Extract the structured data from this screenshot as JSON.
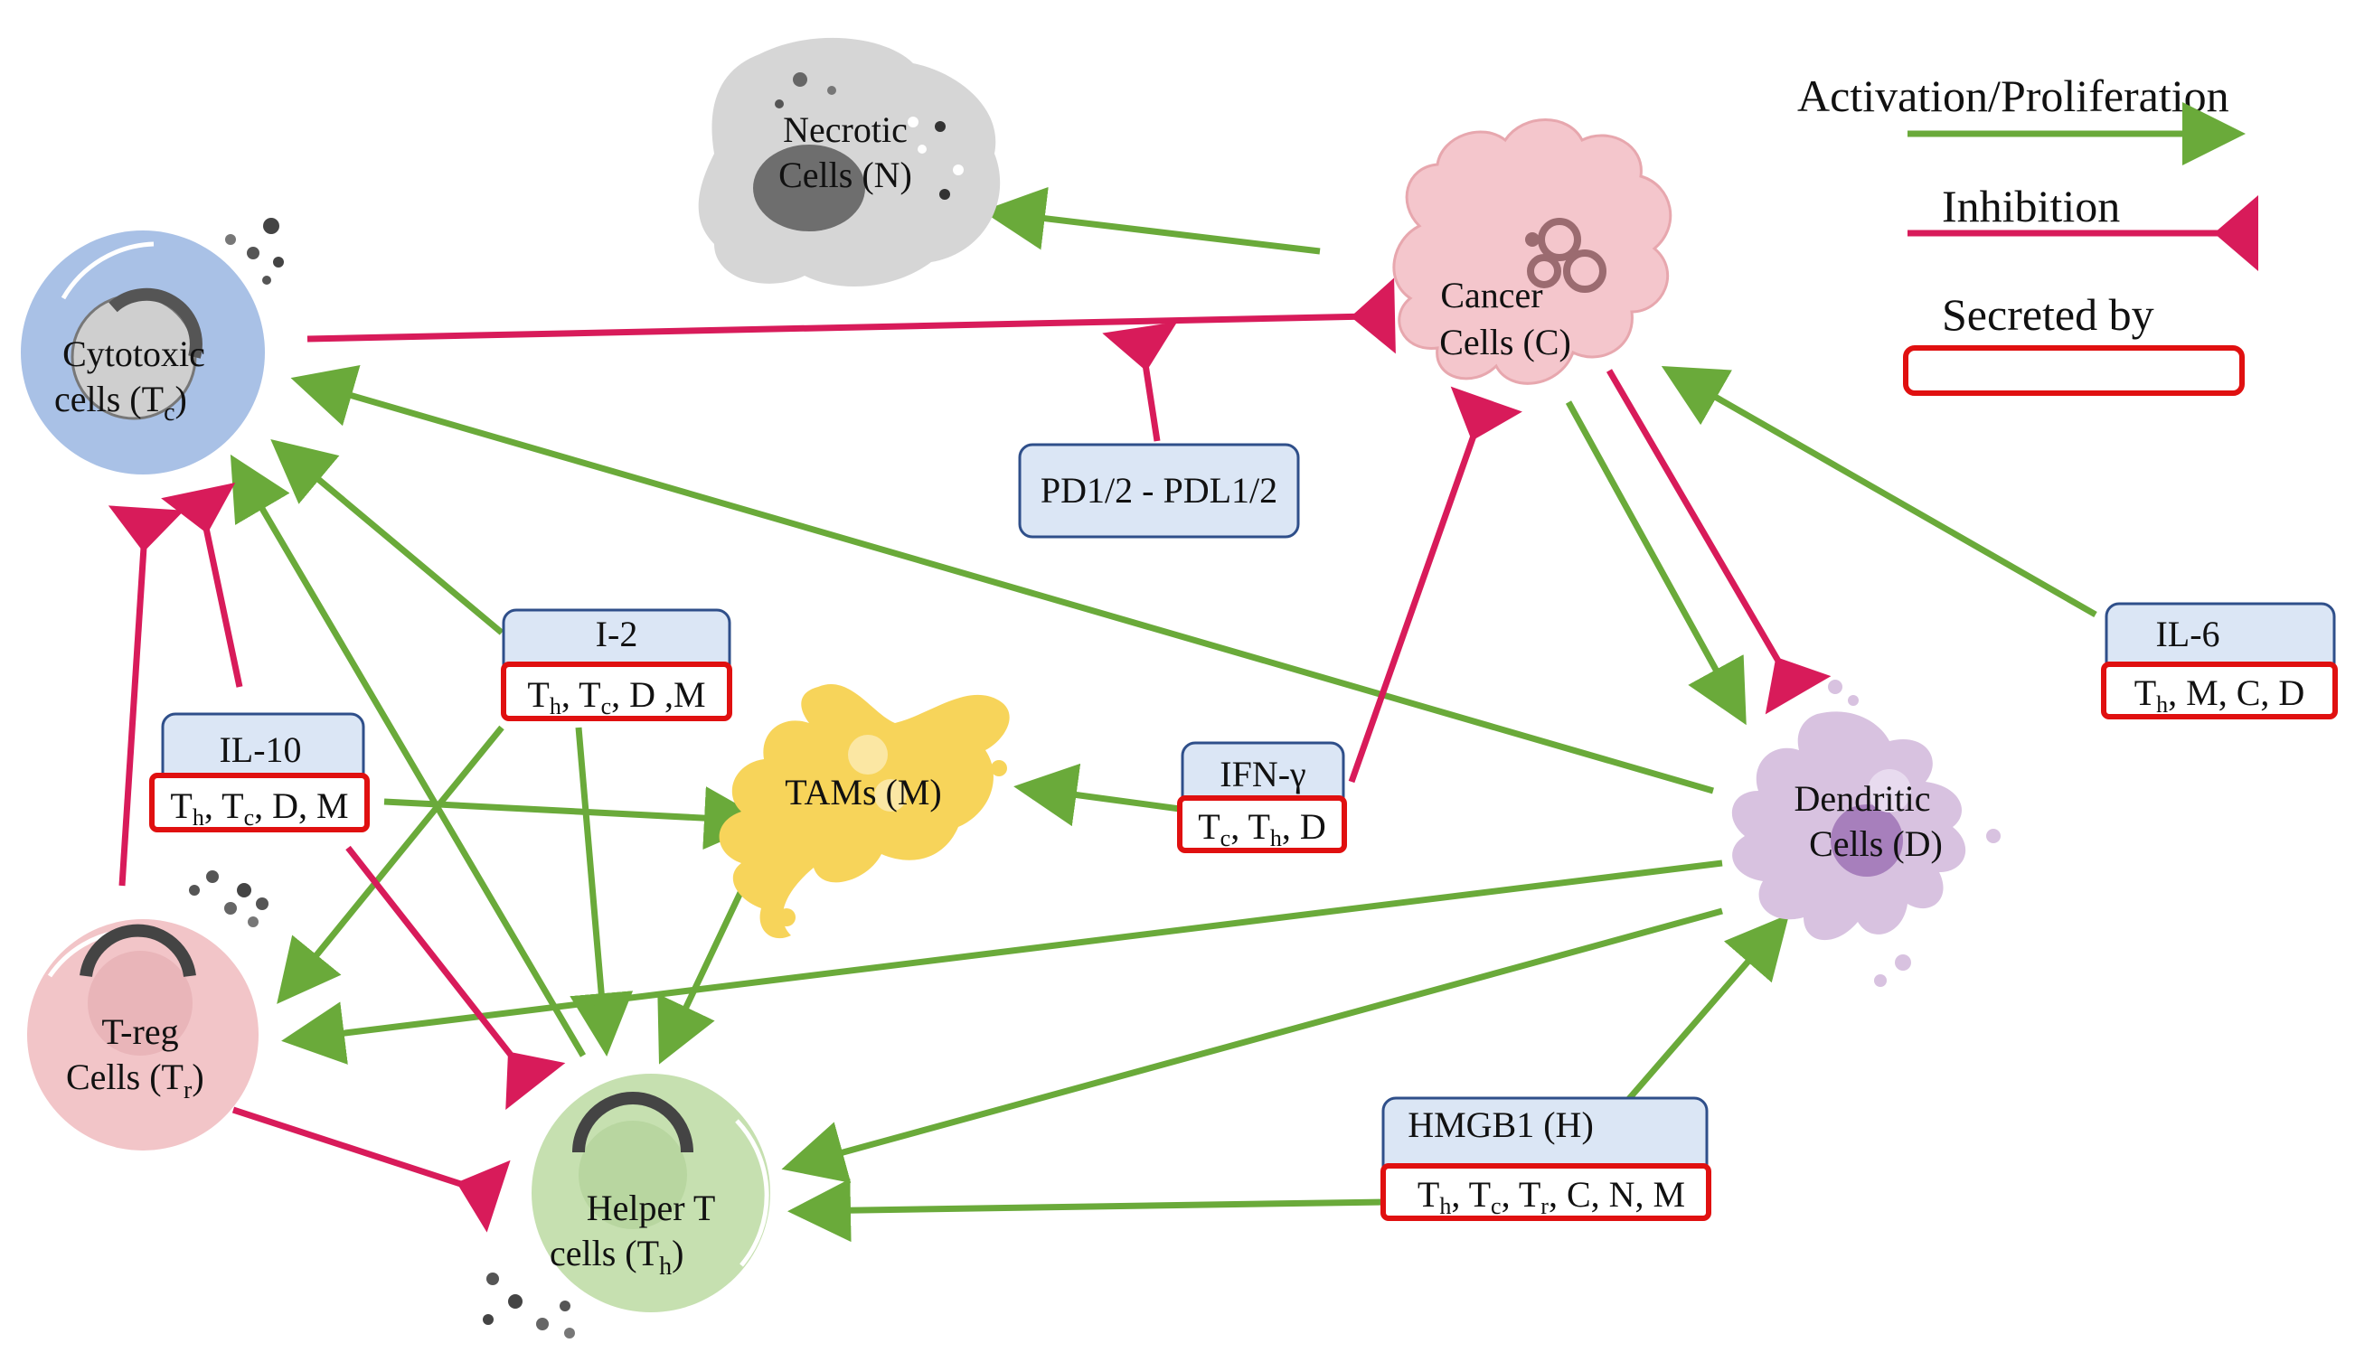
{
  "colors": {
    "activation": "#6aaa3a",
    "inhibition": "#d81b5a",
    "secreted_border": "#e01010",
    "box_fill": "#dbe6f5",
    "box_border": "#2f4f8a",
    "cytotoxic": "#a9c1e6",
    "treg": "#f2c5c8",
    "helper": "#c6e0b0",
    "tams": "#f7d45a",
    "dendritic": "#d8c2e0",
    "cancer": "#f4c6cc",
    "necrotic": "#d6d6d6"
  },
  "legend": {
    "activation": "Activation/Proliferation",
    "inhibition": "Inhibition",
    "secreted": "Secreted by"
  },
  "cells": {
    "necrotic": {
      "line1": "Necrotic",
      "line2": "Cells (N)"
    },
    "cancer": {
      "line1": "Cancer",
      "line2": "Cells (C)"
    },
    "cytotoxic": {
      "line1": "Cytotoxic",
      "line2_main": "cells (T",
      "line2_sub": "c",
      "line2_end": ")"
    },
    "treg": {
      "line1": "T-reg",
      "line2_main": "Cells (T",
      "line2_sub": "r",
      "line2_end": ")"
    },
    "helper": {
      "line1": "Helper T",
      "line2_main": "cells (T",
      "line2_sub": "h",
      "line2_end": ")"
    },
    "tams": {
      "line1": "TAMs (M)"
    },
    "dendritic": {
      "line1": "Dendritic",
      "line2": "Cells (D)"
    }
  },
  "boxes": {
    "pd1": {
      "label": "PD1/2 - PDL1/2"
    },
    "i2": {
      "label": "I-2",
      "secreted_parts": [
        "T",
        "h",
        ", T",
        "c",
        ", D ,M"
      ]
    },
    "il10": {
      "label": "IL-10",
      "secreted_parts": [
        "T",
        "h",
        ", T",
        "c",
        ", D, M"
      ]
    },
    "ifn": {
      "label": "IFN-γ",
      "secreted_parts": [
        "T",
        "c",
        ", T",
        "h",
        ", D"
      ]
    },
    "il6": {
      "label": "IL-6",
      "secreted_parts": [
        "T",
        "h",
        ", M, C, D"
      ]
    },
    "hmgb1": {
      "label": "HMGB1 (H)",
      "secreted_parts": [
        "T",
        "h",
        ", T",
        "c",
        ", T",
        "r",
        ", C, N, M"
      ]
    }
  }
}
